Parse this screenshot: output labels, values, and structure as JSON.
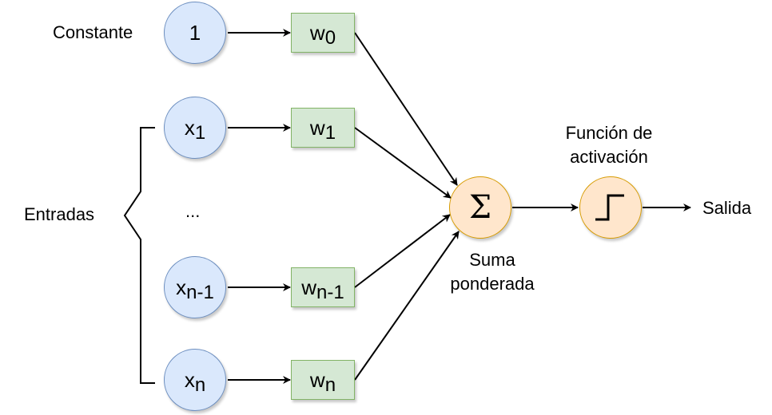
{
  "labels": {
    "constante": "Constante",
    "entradas": "Entradas",
    "funcion_line1": "Función de",
    "funcion_line2": "activación",
    "suma_line1": "Suma",
    "suma_line2": "ponderada",
    "salida": "Salida",
    "ellipsis": "..."
  },
  "inputs": [
    {
      "base": "1",
      "sub": ""
    },
    {
      "base": "x",
      "sub": "1"
    },
    {
      "base": "x",
      "sub": "n-1"
    },
    {
      "base": "x",
      "sub": "n"
    }
  ],
  "weights": [
    {
      "base": "w",
      "sub": "0"
    },
    {
      "base": "w",
      "sub": "1"
    },
    {
      "base": "w",
      "sub": "n-1"
    },
    {
      "base": "w",
      "sub": "n"
    }
  ],
  "sum_symbol": "Σ",
  "colors": {
    "input_fill": "#dae8fc",
    "input_stroke": "#6c8ebf",
    "weight_fill": "#d5e8d4",
    "weight_stroke": "#82b366",
    "sum_fill": "#ffe6cc",
    "sum_stroke": "#d79b00"
  },
  "icons": {
    "activation": "step-function-icon",
    "sum": "sigma-icon"
  }
}
